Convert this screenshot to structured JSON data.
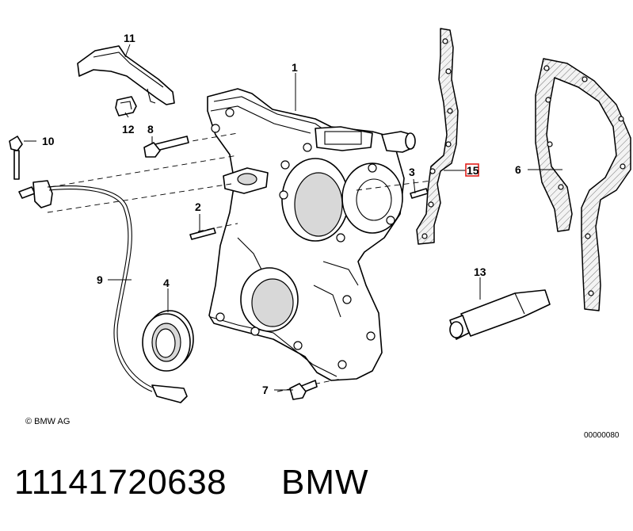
{
  "diagram": {
    "callouts": {
      "c1": "1",
      "c2": "2",
      "c3": "3",
      "c4": "4",
      "c6": "6",
      "c7": "7",
      "c8": "8",
      "c9": "9",
      "c10": "10",
      "c11": "11",
      "c12": "12",
      "c13": "13",
      "c15": "15"
    },
    "highlight_color": "#e0201c",
    "copyright": "© BMW AG",
    "drawing_number": "00000080"
  },
  "caption": {
    "part_number": "11141720638",
    "brand": "BMW"
  }
}
